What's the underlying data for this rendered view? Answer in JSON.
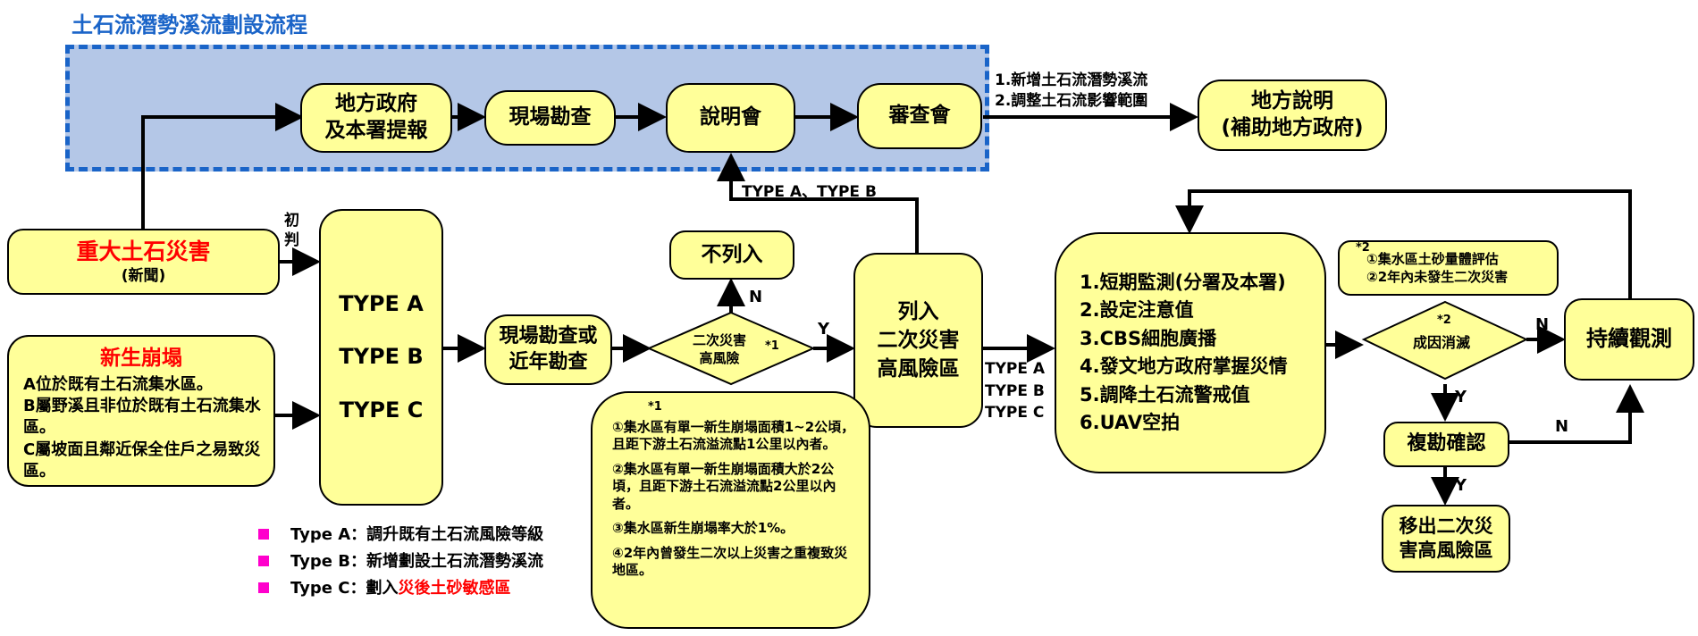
{
  "title": "土石流潛勢溪流劃設流程",
  "steps": {
    "report": [
      "地方政府",
      "及本署提報"
    ],
    "survey": "現場勘查",
    "briefing": "說明會",
    "review": "審查會",
    "local_briefing": [
      "地方說明",
      "(補助地方政府)"
    ]
  },
  "review_outputs": [
    "1.新增土石流潛勢溪流",
    "2.調整土石流影響範圍"
  ],
  "sources": {
    "major": {
      "title": "重大土石災害",
      "sub": "(新聞)"
    },
    "new_collapse": {
      "title": "新生崩塌",
      "items": [
        "A位於既有土石流集水區。",
        "B屬野溪且非位於既有土石流集水區。",
        "C屬坡面且鄰近保全住戶之易致災區。"
      ]
    }
  },
  "preliminary_label": "初判",
  "types": [
    "TYPE A",
    "TYPE B",
    "TYPE C"
  ],
  "field_check": [
    "現場勘查或",
    "近年勘查"
  ],
  "decision1": {
    "label": [
      "二次災害",
      "高風險"
    ],
    "note": "*1",
    "no": "N",
    "yes": "Y"
  },
  "not_listed": "不列入",
  "listed": [
    "列入",
    "二次災害",
    "高風險區"
  ],
  "type_ab_label": "TYPE A、TYPE B",
  "type_abc_labels": [
    "TYPE A",
    "TYPE B",
    "TYPE C"
  ],
  "actions": [
    "1.短期監測(分署及本署)",
    "2.設定注意值",
    "3.CBS細胞廣播",
    "4.發文地方政府掌握災情",
    "5.調降土石流警戒值",
    "6.UAV空拍"
  ],
  "criteria_note": {
    "mark": "*1",
    "items": [
      "①集水區有單一新生崩塌面積1~2公頃，且距下游土石流溢流點1公里以內者。",
      "②集水區有單一新生崩塌面積大於2公頃，且距下游土石流溢流點2公里以內者。",
      "③集水區新生崩塌率大於1%。",
      "④2年內曾發生二次以上災害之重複致災地區。"
    ]
  },
  "note2": {
    "mark": "*2",
    "items": [
      "①集水區土砂量體評估",
      "②2年內未發生二次災害"
    ]
  },
  "decision2": {
    "mark": "*2",
    "label": "成因消滅",
    "no": "N",
    "yes": "Y"
  },
  "continue_obs": "持續觀測",
  "recheck": "複勘確認",
  "recheck_no": "N",
  "recheck_yes": "Y",
  "remove": [
    "移出二次災",
    "害高風險區"
  ],
  "legend": [
    {
      "key": "Type A",
      "text": "：調升既有土石流風險等級",
      "highlight": ""
    },
    {
      "key": "Type B",
      "text": "：新增劃設土石流潛勢溪流",
      "highlight": ""
    },
    {
      "key": "Type C",
      "text": "：劃入",
      "highlight": "災後土砂敏感區"
    }
  ],
  "colors": {
    "box_fill": "#ffff99",
    "band_fill": "#b4c7e7",
    "band_border": "#1a64c8",
    "title": "#1a64c8",
    "legend_bullet": "#ff00cc",
    "red": "#ff0000"
  }
}
